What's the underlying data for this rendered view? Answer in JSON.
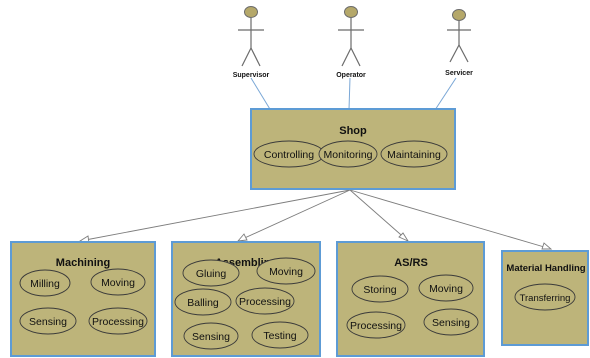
{
  "actors": [
    {
      "id": "supervisor",
      "label": "Supervisor"
    },
    {
      "id": "operator",
      "label": "Operator"
    },
    {
      "id": "servicer",
      "label": "Servicer"
    }
  ],
  "shop": {
    "title": "Shop",
    "use_cases": [
      "Controlling",
      "Monitoring",
      "Maintaining"
    ]
  },
  "subsystems": [
    {
      "id": "machining",
      "title": "Machining",
      "use_cases": [
        "Milling",
        "Moving",
        "Sensing",
        "Processing"
      ]
    },
    {
      "id": "assembling",
      "title": "Assembling",
      "use_cases": [
        "Gluing",
        "Moving",
        "Balling",
        "Processing",
        "Sensing",
        "Testing"
      ]
    },
    {
      "id": "asrs",
      "title": "AS/RS",
      "use_cases": [
        "Storing",
        "Moving",
        "Processing",
        "Sensing"
      ]
    },
    {
      "id": "material-handling",
      "title": "Material Handling",
      "use_cases": [
        "Transferring"
      ]
    }
  ],
  "colors": {
    "box_fill": "#bdb47a",
    "box_border": "#5d9bd5",
    "association_line": "#7aa7d6",
    "generalization_line": "#7d7d7d"
  }
}
